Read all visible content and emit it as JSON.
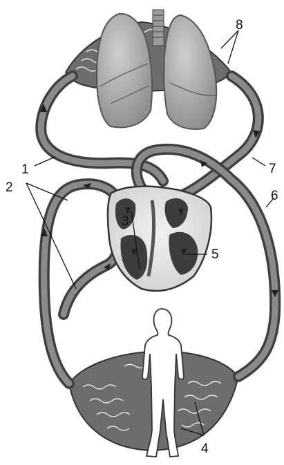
{
  "labels": {
    "l1": "1",
    "l2": "2",
    "l3": "3",
    "l4": "4",
    "l5": "5",
    "l6": "6",
    "l7": "7",
    "l8": "8"
  },
  "colors": {
    "vessel_dark": "#3f3f3f",
    "vessel_mid": "#8a8a8a",
    "lung_fill": "#a9a9a9",
    "heart_chamber": "#4a4a4a",
    "body_silhouette": "#ffffff",
    "capillary_bed": "#6d6d6d"
  }
}
